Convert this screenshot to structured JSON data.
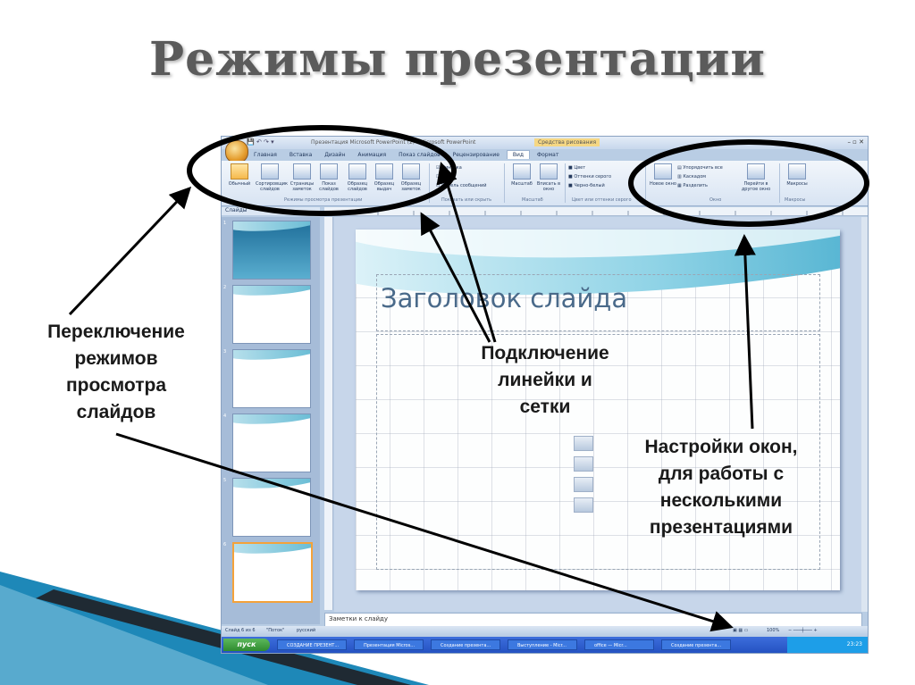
{
  "page": {
    "title": "Режимы презентации"
  },
  "app": {
    "window_title": "Презентация Microsoft PowerPoint (2) - Microsoft PowerPoint",
    "context_tab": "Средства рисования",
    "tabs": [
      "Главная",
      "Вставка",
      "Дизайн",
      "Анимация",
      "Показ слайдов",
      "Рецензирование",
      "Вид",
      "Формат"
    ],
    "active_tab": "Вид",
    "ribbon": {
      "view_modes": [
        "Обычный",
        "Сортировщик слайдов",
        "Страницы заметок",
        "Показ слайдов",
        "Образец слайдов",
        "Образец выдач",
        "Образец заметок"
      ],
      "group_view": "Режимы просмотра презентации",
      "show_hide": [
        "Линейка",
        "Сетка",
        "Панель сообщений"
      ],
      "group_show_hide": "Показать или скрыть",
      "zoom": [
        "Масштаб",
        "Вписать в окно"
      ],
      "group_zoom": "Масштаб",
      "color": [
        "Цвет",
        "Оттенки серого",
        "Черно-белый"
      ],
      "group_color": "Цвет или оттенки серого",
      "window_new": "Новое окно",
      "window_items": [
        "Упорядочить все",
        "Каскадом",
        "Разделить"
      ],
      "window_switch": "Перейти в другое окно",
      "group_window": "Окно",
      "macros": "Макросы",
      "group_macros": "Макросы"
    },
    "slides_pane_label": "Слайды",
    "slide_numbers": [
      "1",
      "2",
      "3",
      "4",
      "5",
      "6"
    ],
    "slide_heading": "Заголовок слайда",
    "notes_placeholder": "Заметки к слайду",
    "status": {
      "slide_counter": "Слайд 6 из 6",
      "theme": "\"Поток\"",
      "language": "русский",
      "zoom": "100%"
    },
    "taskbar": {
      "start": "пуск",
      "tasks": [
        "СОЗДАНИЕ ПРЕЗЕНТ...",
        "Презентация Micros...",
        "Создание презента...",
        "Выступление - Micr...",
        "office — Micr...",
        "Создание презента..."
      ],
      "clock": "23:23"
    }
  },
  "callouts": {
    "view_switch": [
      "Переключение",
      "режимов",
      "просмотра",
      "слайдов"
    ],
    "ruler_grid": [
      "Подключение",
      "линейки и",
      "сетки"
    ],
    "windows": [
      "Настройки окон,",
      "для работы с",
      "несколькими",
      "презентациями"
    ]
  },
  "colors": {
    "ellipse": "#000000",
    "arrow": "#000000",
    "accent_wave": "#3aa6c9",
    "corner_dark": "#1f2a33",
    "corner_blue": "#1e88b8"
  }
}
